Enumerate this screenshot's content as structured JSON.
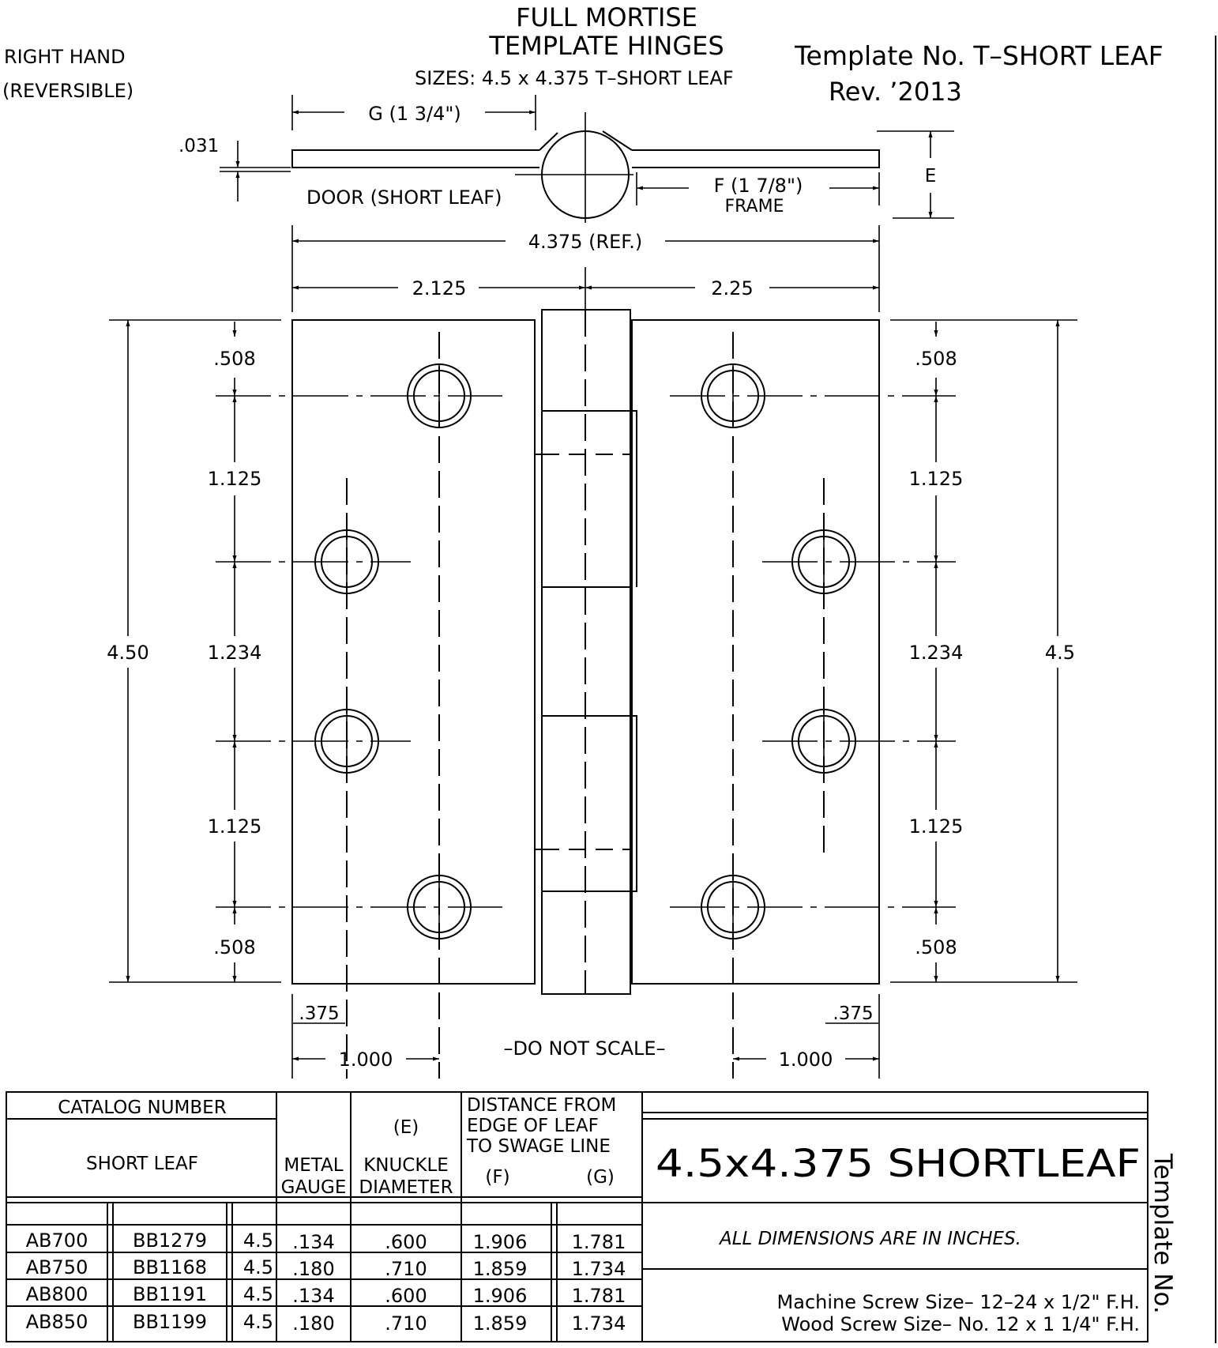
{
  "header": {
    "title_line1": "FULL MORTISE",
    "title_line2": "TEMPLATE HINGES",
    "sizes": "SIZES:  4.5 x 4.375 T–SHORT LEAF",
    "hand_line1": "RIGHT HAND",
    "hand_line2": "(REVERSIBLE)",
    "template_no": "Template No. T–SHORT LEAF",
    "rev": "Rev.   ’2013"
  },
  "top_view": {
    "gauge_dim": ".031",
    "g_dim": "G (1 3/4\")",
    "door_label": "DOOR (SHORT LEAF)",
    "f_dim": "F (1 7/8\")",
    "frame_label": "FRAME",
    "e_label": "E"
  },
  "dims": {
    "overall_width": "4.375 (REF.)",
    "left_width": "2.125",
    "right_width": "2.25",
    "height_left": "4.50",
    "height_right": "4.5",
    "left_spacing": [
      ".508",
      "1.125",
      "1.234",
      "1.125",
      ".508"
    ],
    "right_spacing": [
      ".508",
      "1.125",
      "1.234",
      "1.125",
      ".508"
    ],
    "edge_left": ".375",
    "edge_right": ".375",
    "offset_left": "1.000",
    "offset_right": "1.000",
    "note": "–DO NOT SCALE–"
  },
  "table": {
    "head_catalog": "CATALOG NUMBER",
    "head_short_leaf": "SHORT LEAF",
    "head_metal_1": "METAL",
    "head_metal_2": "GAUGE",
    "head_e": "(E)",
    "head_knuckle_1": "KNUCKLE",
    "head_knuckle_2": "DIAMETER",
    "head_dist_1": "DISTANCE  FROM",
    "head_dist_2": "EDGE  OF  LEAF",
    "head_dist_3": "TO  SWAGE  LINE",
    "head_f": "(F)",
    "head_g": "(G)",
    "rows": [
      [
        "AB700",
        "BB1279",
        "4.5",
        ".134",
        ".600",
        "1.906",
        "1.781"
      ],
      [
        "AB750",
        "BB1168",
        "4.5",
        ".180",
        ".710",
        "1.859",
        "1.734"
      ],
      [
        "AB800",
        "BB1191",
        "4.5",
        ".134",
        ".600",
        "1.906",
        "1.781"
      ],
      [
        "AB850",
        "BB1199",
        "4.5",
        ".180",
        ".710",
        "1.859",
        "1.734"
      ]
    ]
  },
  "title_block": {
    "title": "4.5x4.375  SHORTLEAF",
    "units_note": "ALL  DIMENSIONS  ARE  IN  INCHES.",
    "machine_screw": "Machine  Screw  Size–  12–24  x  1/2\"  F.H.",
    "wood_screw": "Wood  Screw  Size–  No.  12  x  1  1/4\"  F.H.",
    "side_label": "Template No."
  }
}
